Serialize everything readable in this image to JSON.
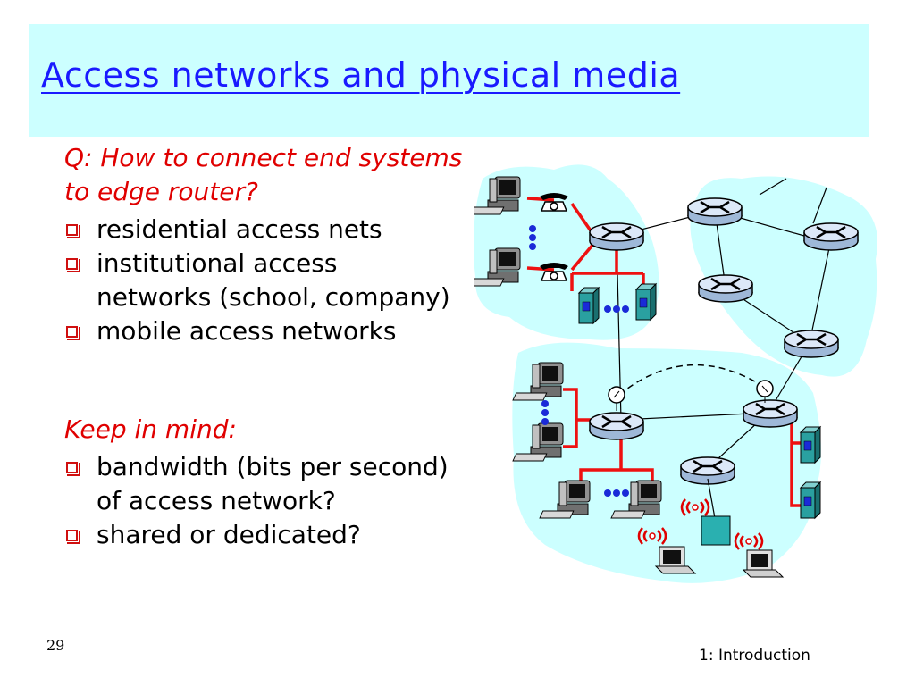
{
  "title": "Access networks and physical media",
  "question": "Q: How to connect end systems to edge router?",
  "question_bullets": [
    "residential access nets",
    "institutional access networks (school, company)",
    "mobile access networks"
  ],
  "keep_in_mind": "Keep in mind:",
  "keep_bullets": [
    "bandwidth (bits per second) of access network?",
    "shared or dedicated?"
  ],
  "slide_number": "29",
  "footer": "1: Introduction",
  "colors": {
    "title": "#1a1aff",
    "band": "#ccffff",
    "accent": "#e00000",
    "cloud": "#ccffff",
    "link": "#ee1111"
  }
}
